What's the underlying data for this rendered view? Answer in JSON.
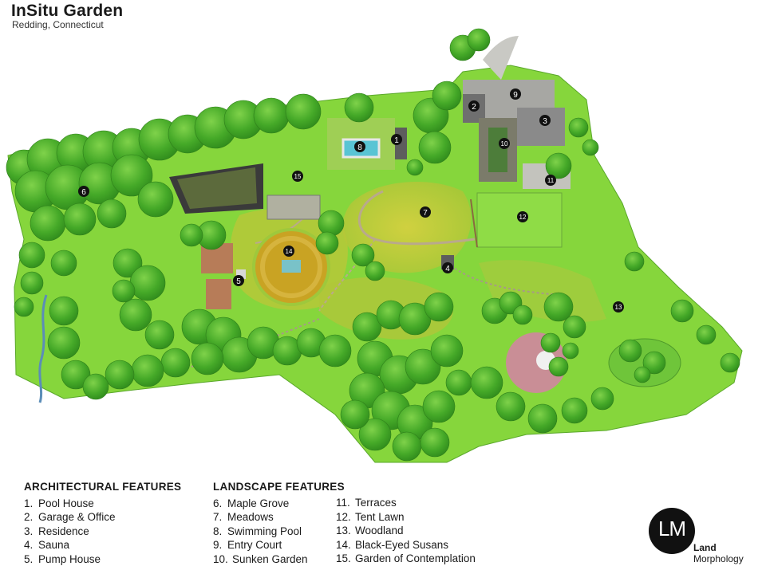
{
  "header": {
    "title": "InSitu Garden",
    "subtitle": "Redding, Connecticut"
  },
  "legend": {
    "architectural": {
      "heading": "ARCHITECTURAL FEATURES",
      "items": [
        {
          "num": "1.",
          "label": "Pool House"
        },
        {
          "num": "2.",
          "label": "Garage & Office"
        },
        {
          "num": "3.",
          "label": "Residence"
        },
        {
          "num": "4.",
          "label": "Sauna"
        },
        {
          "num": "5.",
          "label": "Pump House"
        }
      ]
    },
    "landscape": {
      "heading": "LANDSCAPE FEATURES",
      "col1": [
        {
          "num": "6.",
          "label": "Maple Grove"
        },
        {
          "num": "7.",
          "label": "Meadows"
        },
        {
          "num": "8.",
          "label": "Swimming Pool"
        },
        {
          "num": "9.",
          "label": "Entry Court"
        },
        {
          "num": "10.",
          "label": "Sunken Garden"
        }
      ],
      "col2": [
        {
          "num": "11.",
          "label": "Terraces"
        },
        {
          "num": "12.",
          "label": "Tent Lawn"
        },
        {
          "num": "13.",
          "label": "Woodland"
        },
        {
          "num": "14.",
          "label": "Black-Eyed Susans"
        },
        {
          "num": "15.",
          "label": "Garden of Contemplation"
        }
      ]
    }
  },
  "map": {
    "markers": [
      "1",
      "2",
      "3",
      "4",
      "5",
      "6",
      "7",
      "8",
      "9",
      "10",
      "11",
      "12",
      "13",
      "14",
      "15"
    ],
    "colors": {
      "lawn": "#86d63c",
      "meadow": "#c4cc34",
      "trees": "#3fa824",
      "hardscape": "#9a9a9a",
      "susans": "#c9a323",
      "sunken": "#c98e96"
    }
  },
  "logo": {
    "mark": "LM",
    "brand_bold": "Land",
    "brand_rest": " Morphology"
  }
}
